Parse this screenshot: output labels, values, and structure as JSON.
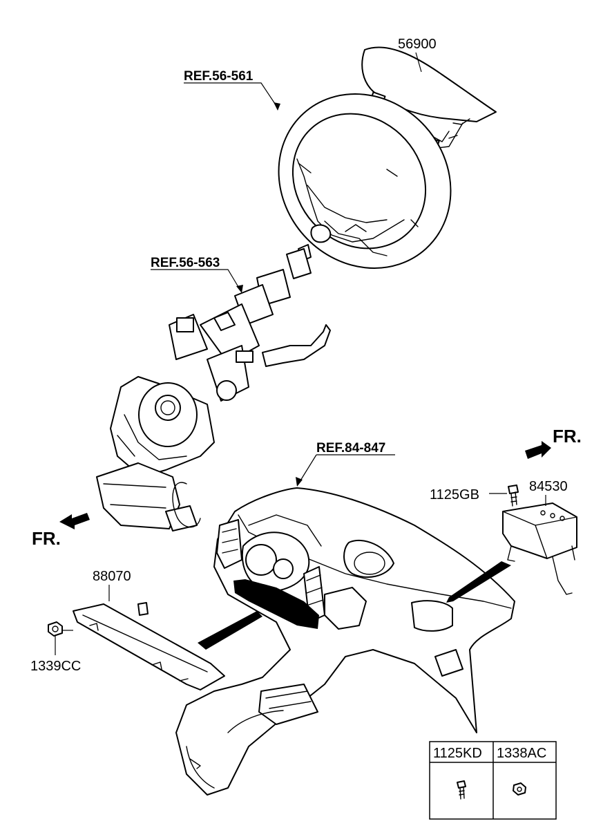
{
  "labels": {
    "airbag_driver": "56900",
    "ref_steering_wheel": "REF.56-561",
    "ref_steering_column": "REF.56-563",
    "ref_crash_pad": "REF.84-847",
    "fr_top": "FR.",
    "fr_left": "FR.",
    "bolt": "1125GB",
    "airbag_passenger": "84530",
    "knee_airbag": "88070",
    "nut": "1339CC"
  },
  "legend": {
    "col1": "1125KD",
    "col2": "1338AC"
  },
  "icons": [
    "steering-wheel-icon",
    "airbag-module-icon",
    "steering-column-icon",
    "dashboard-icon",
    "knee-airbag-icon",
    "bolt-icon",
    "nut-icon",
    "arrow-icon"
  ]
}
